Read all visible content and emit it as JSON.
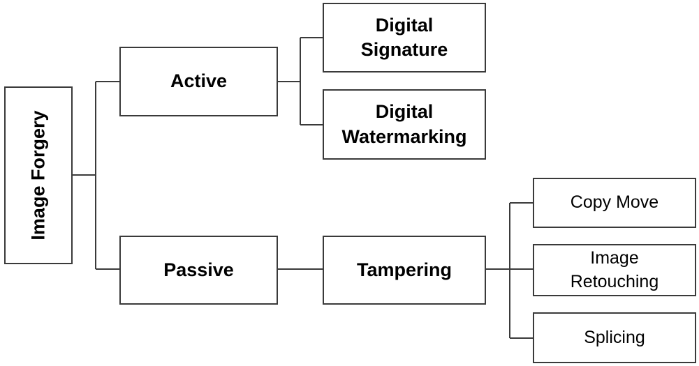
{
  "nodes": {
    "root": "Image Forgery",
    "active": "Active",
    "passive": "Passive",
    "digital_signature": [
      "Digital",
      "Signature"
    ],
    "digital_watermarking": [
      "Digital",
      "Watermarking"
    ],
    "tampering": "Tampering",
    "copy_move": "Copy Move",
    "image_retouching": [
      "Image",
      "Retouching"
    ],
    "splicing": "Splicing"
  },
  "colors": {
    "stroke": "#3a3a3a",
    "text": "#000000",
    "background": "#ffffff"
  }
}
